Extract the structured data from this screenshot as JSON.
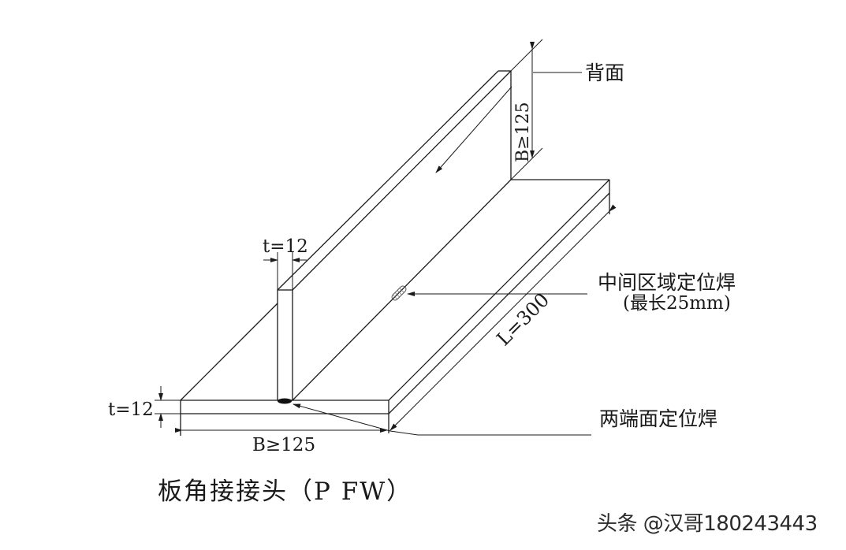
{
  "drawing": {
    "title": "板角接接头（P FW）",
    "watermark": "头条 @汉哥180243443",
    "labels": {
      "back_face": "背面",
      "middle_tack_weld_line1": "中间区域定位焊",
      "middle_tack_weld_line2": "(最长25mm)",
      "end_tack_weld": "两端面定位焊",
      "length": "L=300",
      "vertical_plate_width": "B≥125",
      "base_plate_width": "B≥125",
      "vertical_plate_thickness": "t=12",
      "base_plate_thickness": "t=12"
    },
    "dimensions": {
      "L_mm": 300,
      "B_min_mm": 125,
      "t_mm": 12,
      "max_tack_weld_length_mm": 25
    },
    "colors": {
      "line": "#1a1a1a",
      "background": "#ffffff"
    }
  }
}
